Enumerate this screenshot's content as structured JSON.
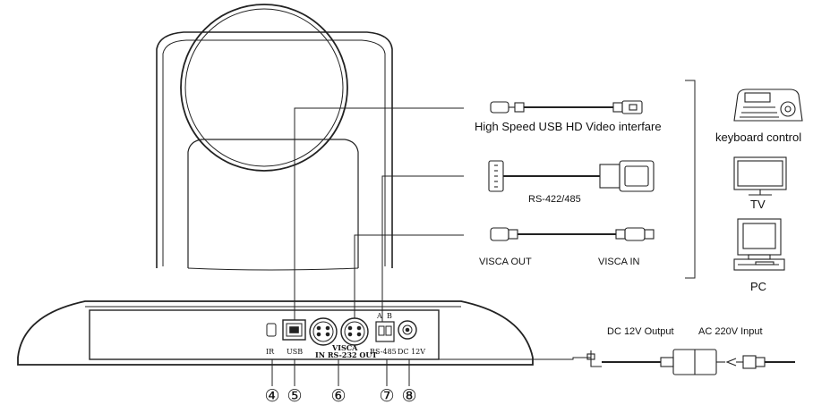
{
  "devices": {
    "usb_cable": "High Speed USB HD  Video interfare",
    "rs485_cable": "RS-422/485",
    "visca_out": "VISCA OUT",
    "visca_in": "VISCA IN",
    "keyboard": "keyboard control",
    "tv": "TV",
    "pc": "PC",
    "dc_output": "DC 12V Output",
    "ac_input": "AC 220V Input"
  },
  "panel": {
    "ir": "IR",
    "usb": "USB",
    "visca_title": "VISCA",
    "visca_sub": "IN RS-232 OUT",
    "rs485": "RS-485",
    "rs485_a": "A",
    "rs485_b": "B",
    "dc": "DC 12V"
  },
  "callouts": [
    "④",
    "⑤",
    "⑥",
    "⑦",
    "⑧"
  ]
}
